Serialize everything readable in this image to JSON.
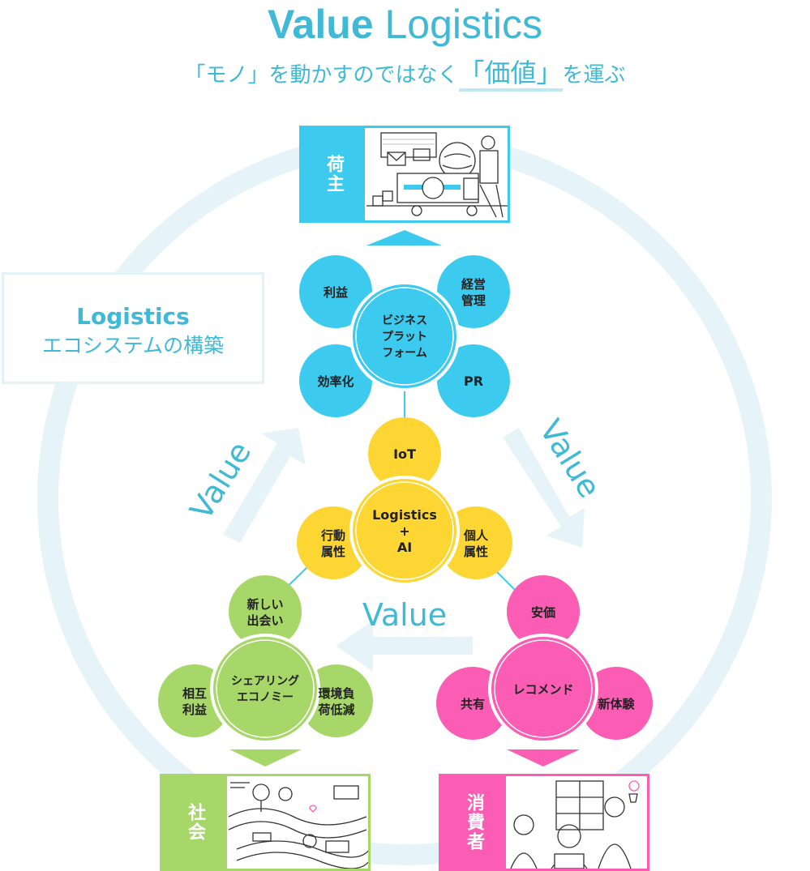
{
  "header": {
    "title_bold": "Value",
    "title_rest": "Logistics",
    "sub_q1": "「モノ」",
    "sub_mid": "を動かすのではなく",
    "sub_q2": "「価値」",
    "sub_end": "を運ぶ"
  },
  "ecosystem": {
    "line1": "Logistics",
    "line2": "エコシステムの構築"
  },
  "flow_label": "Value",
  "blue_cluster": {
    "center": [
      "ビジネス",
      "プラット",
      "フォーム"
    ],
    "tl": "利益",
    "tr": [
      "経営",
      "管理"
    ],
    "bl": "効率化",
    "br": "PR"
  },
  "yellow_cluster": {
    "center": [
      "Logistics",
      "+",
      "AI"
    ],
    "top": "IoT",
    "left": [
      "行動",
      "属性"
    ],
    "right": [
      "個人",
      "属性"
    ]
  },
  "green_cluster": {
    "center": [
      "シェアリング",
      "エコノミー"
    ],
    "top": [
      "新しい",
      "出会い"
    ],
    "left": [
      "相互",
      "利益"
    ],
    "right": [
      "環境負",
      "荷低減"
    ]
  },
  "pink_cluster": {
    "center": "レコメンド",
    "top": "安価",
    "left": "共有",
    "right": "新体験"
  },
  "cards": {
    "shipper": "荷主",
    "society": "社会",
    "consumer": "消費者"
  },
  "colors": {
    "blue": "#3ccbef",
    "yellow": "#fdd633",
    "green": "#a8d769",
    "pink": "#fa5db3",
    "title": "#3fb9d6",
    "ring": "#e6f4fa"
  }
}
